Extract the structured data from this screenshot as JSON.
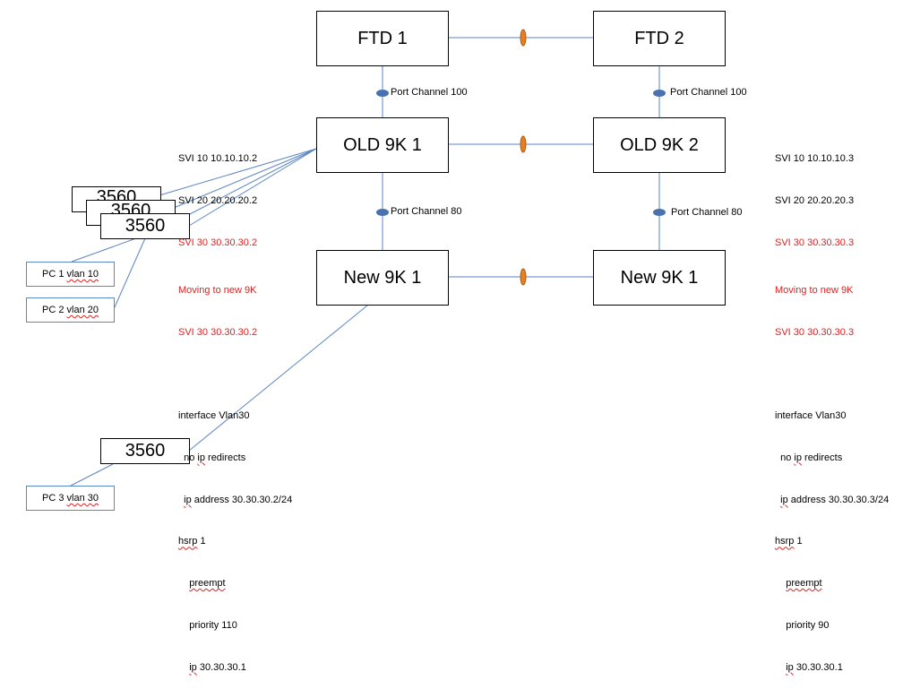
{
  "colors": {
    "link": "#5b86c4",
    "lag_marker": "#e67e22",
    "port_channel_marker": "#4a72b0",
    "highlight_text": "#e02020"
  },
  "devices": {
    "ftd1": "FTD 1",
    "ftd2": "FTD 2",
    "old1": "OLD 9K 1",
    "old2": "OLD 9K 2",
    "new1": "New 9K 1",
    "new2": "New 9K 1",
    "sw_back1": "3560",
    "sw_back2": "3560",
    "sw_front": "3560",
    "sw_bottom": "3560"
  },
  "pcs": {
    "pc1": {
      "name": "PC 1",
      "vlan": "vlan 10"
    },
    "pc2": {
      "name": "PC 2",
      "vlan": "vlan 20"
    },
    "pc3": {
      "name": "PC 3",
      "vlan": "vlan 30"
    }
  },
  "port_channels": {
    "pc100_left": "Port Channel 100",
    "pc100_right": "Port Channel 100",
    "pc80_left": "Port Channel 80",
    "pc80_right": "Port Channel 80"
  },
  "left_svi": {
    "svi10": "SVI 10 10.10.10.2",
    "svi20": "SVI 20 20.20.20.2",
    "svi30": "SVI 30 30.30.30.2"
  },
  "right_svi": {
    "svi10": "SVI 10 10.10.10.3",
    "svi20": "SVI 20 20.20.20.3",
    "svi30": "SVI 30 30.30.30.3"
  },
  "left_config": {
    "moving": "Moving to new 9K",
    "svi": "SVI 30 30.30.30.2",
    "interface": "interface Vlan30",
    "redirects_a": "  no ",
    "redirects_ip": "ip",
    "redirects_b": " redirects",
    "ipaddr_a": "  ",
    "ipaddr_ip": "ip",
    "ipaddr_b": " address 30.30.30.2/24",
    "hsrp_kw": "hsrp",
    "hsrp_num": " 1",
    "preempt_a": "    ",
    "preempt_kw": "preempt",
    "priority": "    priority 110",
    "vip_a": "    ",
    "vip_ip": "ip",
    "vip_b": " 30.30.30.1"
  },
  "right_config": {
    "moving": "Moving to new 9K",
    "svi": "SVI 30 30.30.30.3",
    "interface": "interface Vlan30",
    "redirects_a": "  no ",
    "redirects_ip": "ip",
    "redirects_b": " redirects",
    "ipaddr_a": "  ",
    "ipaddr_ip": "ip",
    "ipaddr_b": " address 30.30.30.3/24",
    "hsrp_kw": "hsrp",
    "hsrp_num": " 1",
    "preempt_a": "    ",
    "preempt_kw": "preempt",
    "priority": "    priority 90",
    "vip_a": "    ",
    "vip_ip": "ip",
    "vip_b": " 30.30.30.1"
  }
}
